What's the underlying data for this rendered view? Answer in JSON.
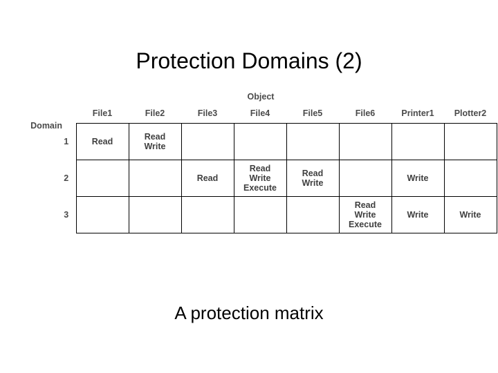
{
  "slide": {
    "title": "Protection Domains (2)",
    "caption": "A protection matrix"
  },
  "matrix": {
    "object_label": "Object",
    "domain_label": "Domain",
    "columns": [
      "File1",
      "File2",
      "File3",
      "File4",
      "File5",
      "File6",
      "Printer1",
      "Plotter2"
    ],
    "rows": [
      {
        "header": "1",
        "cells": [
          [
            "Read"
          ],
          [
            "Read",
            "Write"
          ],
          [],
          [],
          [],
          [],
          [],
          []
        ]
      },
      {
        "header": "2",
        "cells": [
          [],
          [],
          [
            "Read"
          ],
          [
            "Read",
            "Write",
            "Execute"
          ],
          [
            "Read",
            "Write"
          ],
          [],
          [
            "Write"
          ],
          []
        ]
      },
      {
        "header": "3",
        "cells": [
          [],
          [],
          [],
          [],
          [],
          [
            "Read",
            "Write",
            "Execute"
          ],
          [
            "Write"
          ],
          [
            "Write"
          ]
        ]
      }
    ]
  }
}
